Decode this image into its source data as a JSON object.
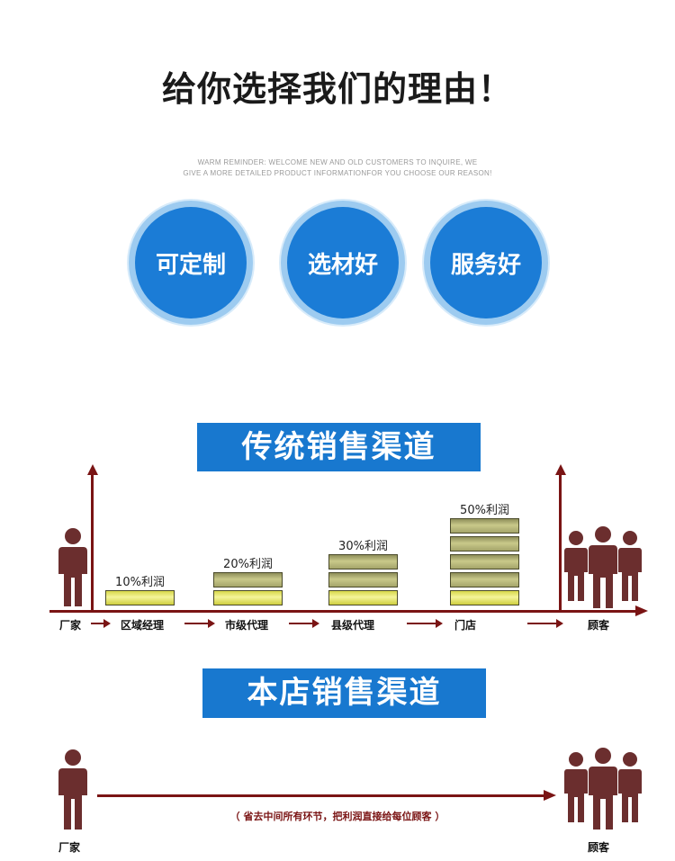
{
  "header": {
    "title": "给你选择我们的理由！",
    "reminder_line1": "WARM REMINDER: WELCOME NEW AND OLD CUSTOMERS TO INQUIRE, WE",
    "reminder_line2": "GIVE A MORE DETAILED PRODUCT INFORMATIONFOR YOU CHOOSE OUR REASON!"
  },
  "features": [
    {
      "label": "可定制"
    },
    {
      "label": "选材好"
    },
    {
      "label": "服务好"
    }
  ],
  "traditional": {
    "banner": "传统销售渠道",
    "stages": [
      "厂家",
      "区域经理",
      "市级代理",
      "县级代理",
      "门店",
      "顾客"
    ],
    "chart_data": {
      "type": "bar",
      "categories": [
        "区域经理",
        "市级代理",
        "县级代理",
        "门店"
      ],
      "values": [
        10,
        20,
        30,
        50
      ],
      "data_labels": [
        "10%利润",
        "20%利润",
        "30%利润",
        "50%利润"
      ]
    }
  },
  "direct": {
    "banner": "本店销售渠道",
    "from": "厂家",
    "to": "顾客",
    "note": "（ 省去中间所有环节，把利润直接给每位顾客 ）"
  },
  "colors": {
    "accent_blue": "#1878cf",
    "arrow_red": "#7a1414",
    "figure_brown": "#6b2e2e"
  },
  "icons": [
    "person-icon",
    "customers-icon"
  ]
}
